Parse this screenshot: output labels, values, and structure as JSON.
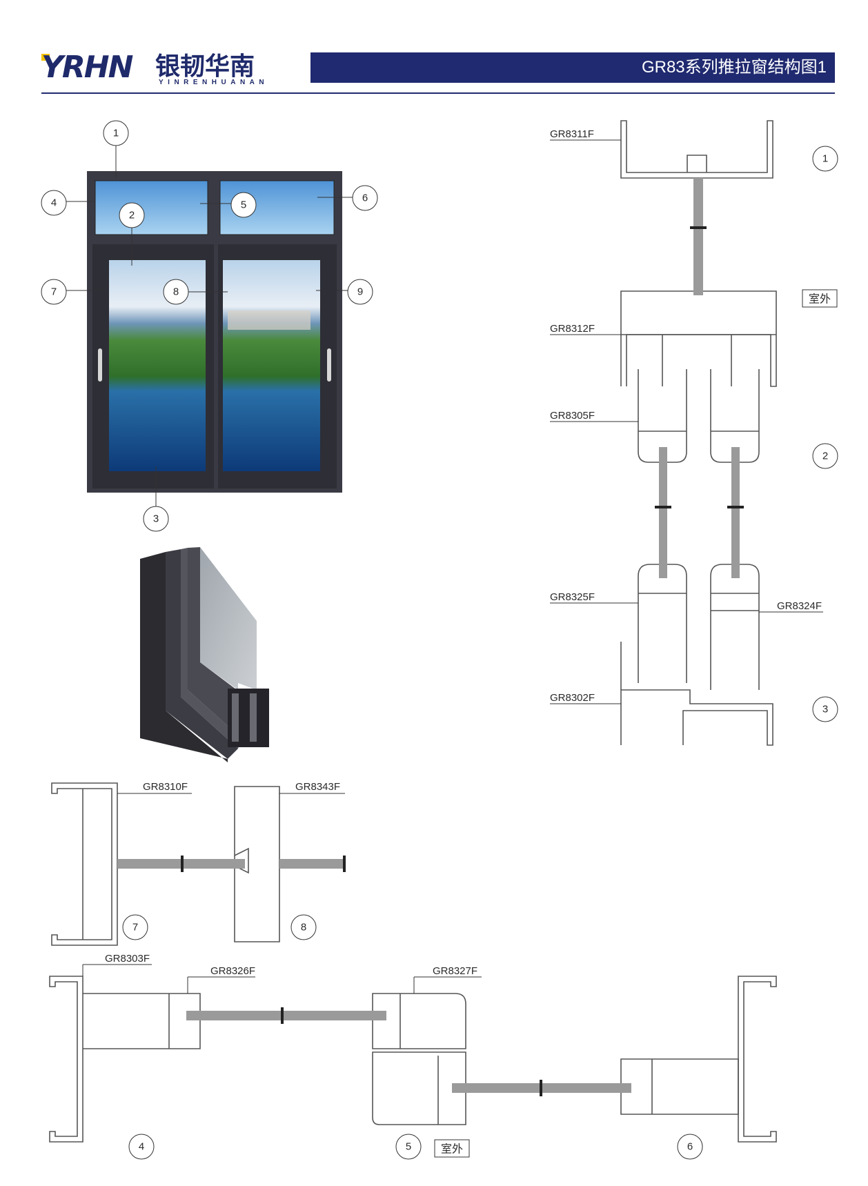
{
  "header": {
    "logo_mark": "YRHN",
    "logo_cn": "银韧华南",
    "logo_en": "YINRENHUANAN",
    "title": "GR83系列推拉窗结构图1"
  },
  "colors": {
    "brand": "#202a70",
    "accent": "#f2c200",
    "frame": "#3a3a44",
    "profile_stroke": "#555555"
  },
  "window_callouts": [
    "1",
    "2",
    "3",
    "4",
    "5",
    "6",
    "7",
    "8",
    "9"
  ],
  "section_top": {
    "labels": [
      "GR8311F",
      "GR8312F",
      "GR8305F",
      "GR8325F",
      "GR8324F",
      "GR8302F"
    ],
    "callouts": [
      "1",
      "2",
      "3"
    ],
    "outside": "室外"
  },
  "section_mid": {
    "labels": [
      "GR8310F",
      "GR8343F"
    ],
    "callouts": [
      "7",
      "8"
    ]
  },
  "section_bottom": {
    "labels": [
      "GR8303F",
      "GR8326F",
      "GR8327F"
    ],
    "callouts": [
      "4",
      "5",
      "6"
    ],
    "outside": "室外"
  }
}
